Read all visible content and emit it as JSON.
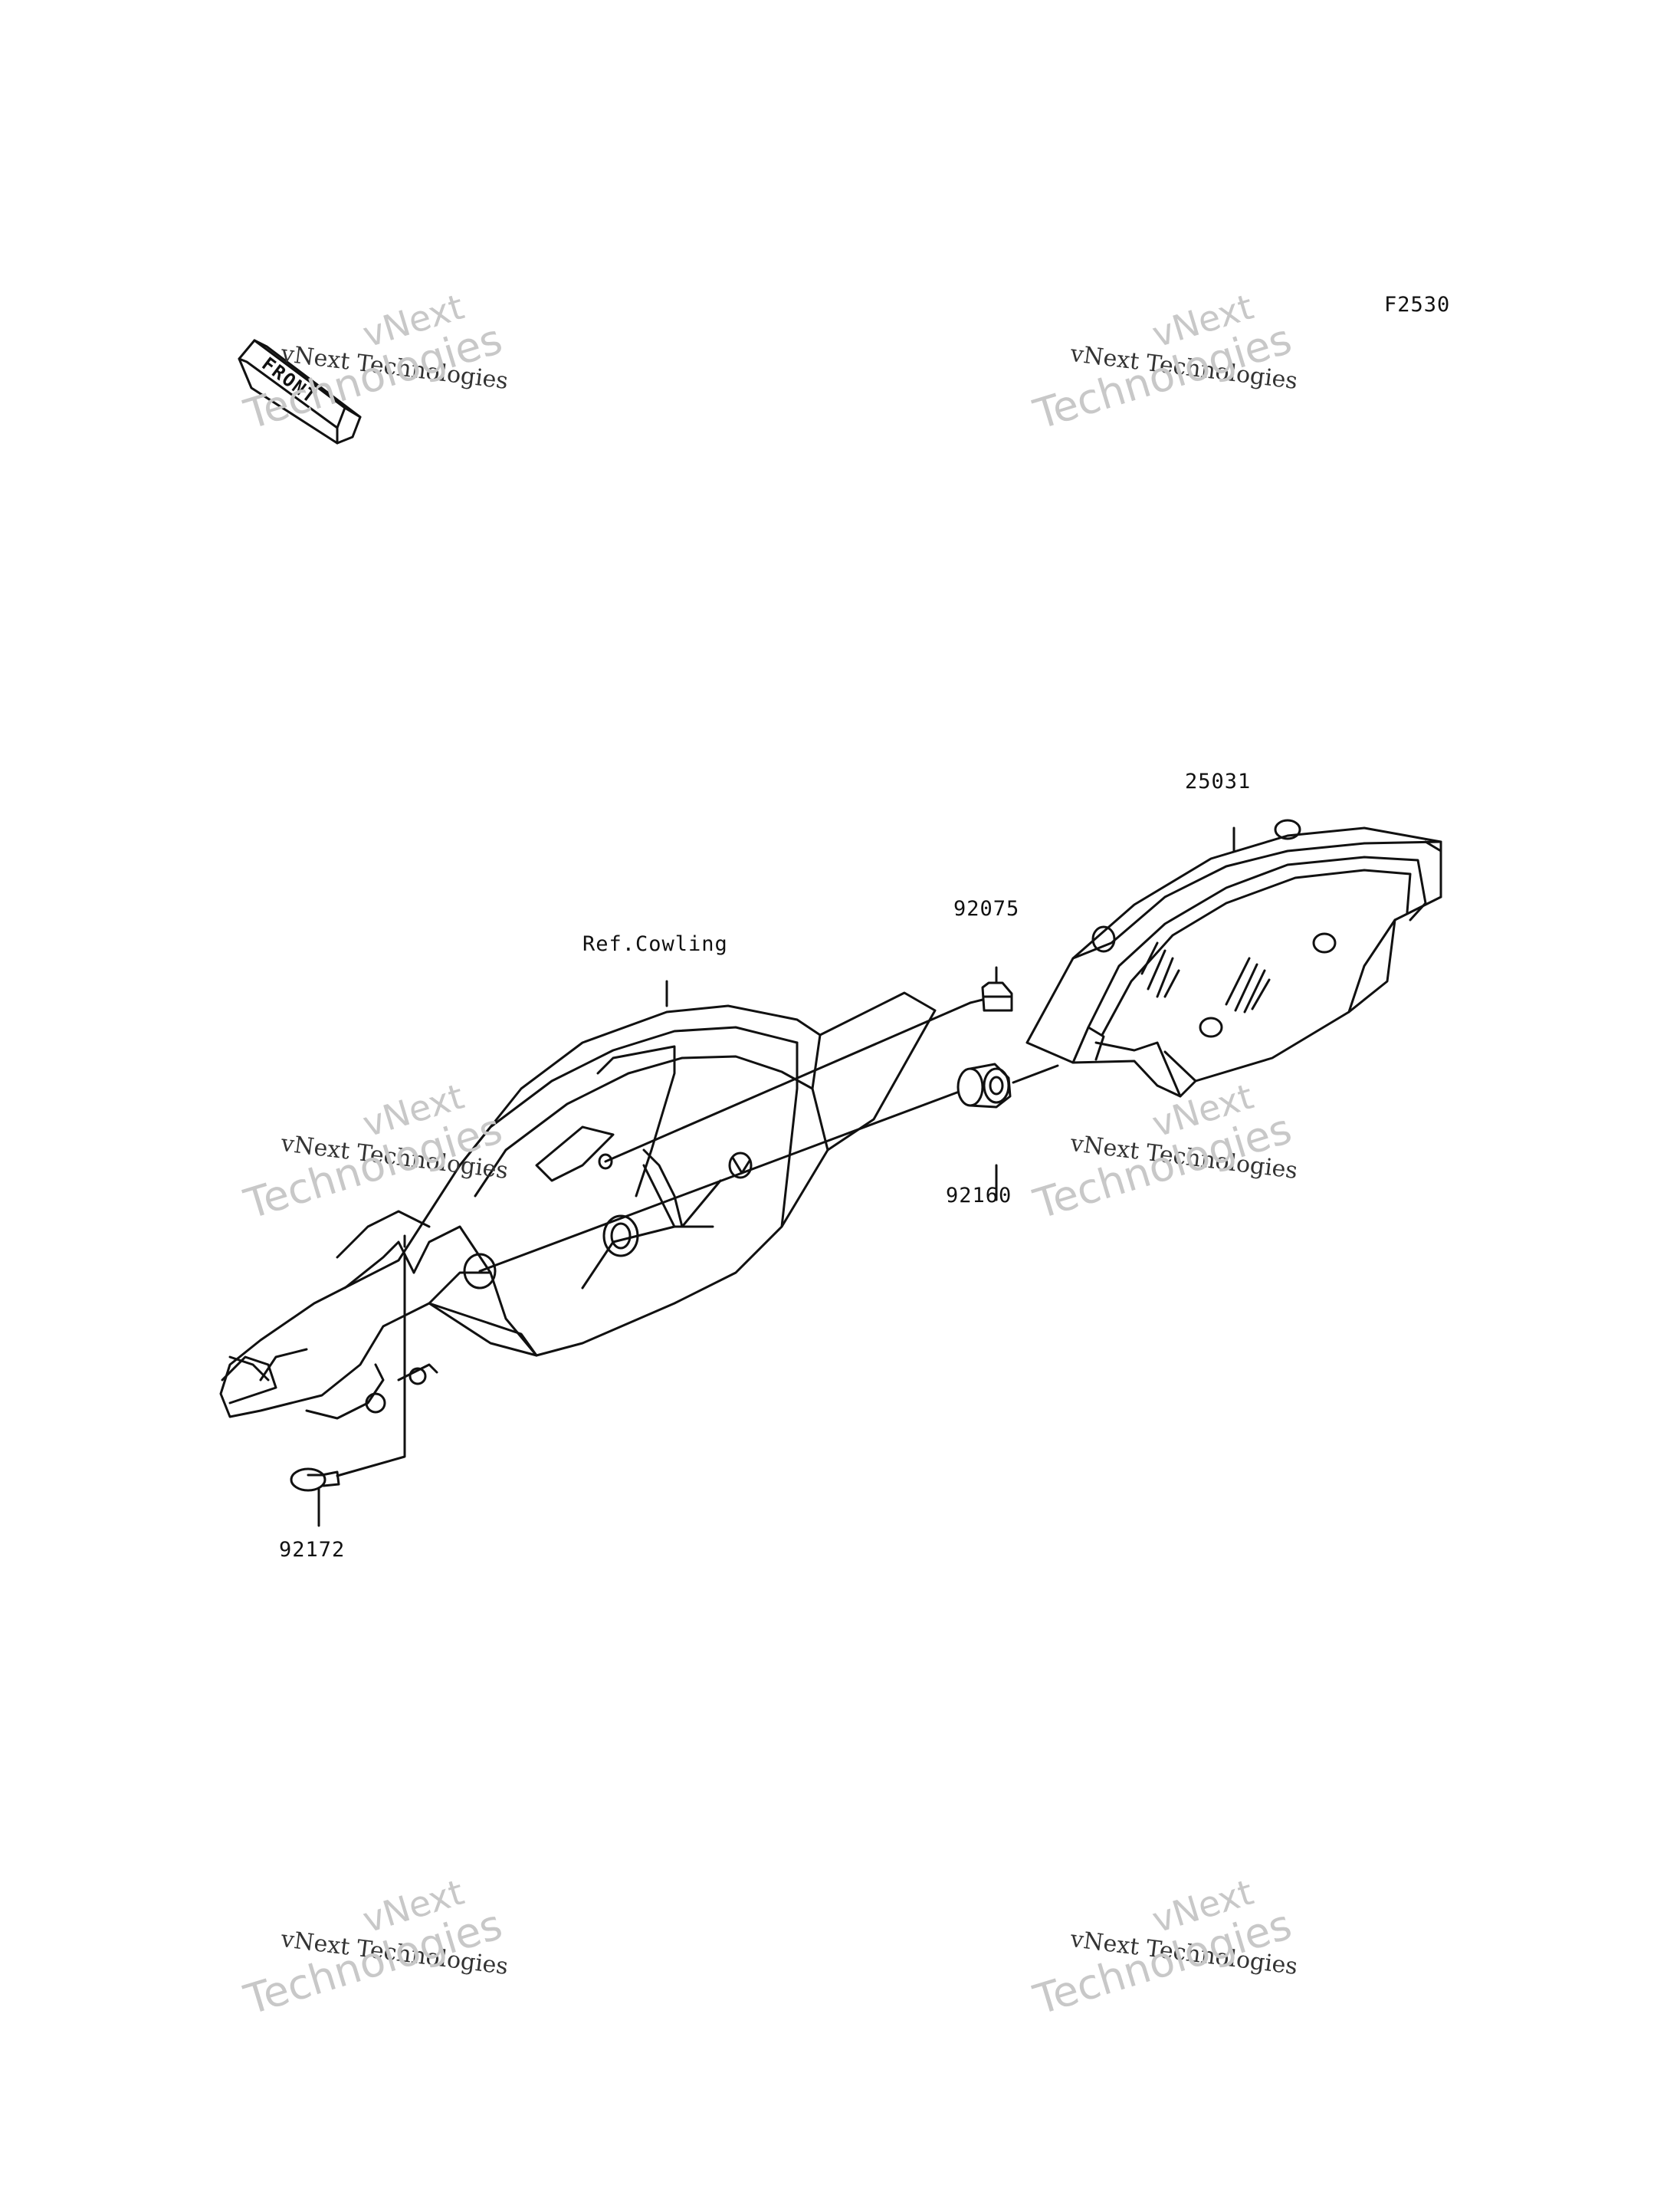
{
  "diagram_code": "F2530",
  "front_label": "FRONT",
  "parts": {
    "meter": "25031",
    "screw": "92075",
    "grommet": "92160",
    "bolt": "92172",
    "reference": "Ref.Cowling"
  },
  "watermark": {
    "line1": "vNext",
    "line2": "vNext Technologies",
    "line3": "Technologies"
  }
}
